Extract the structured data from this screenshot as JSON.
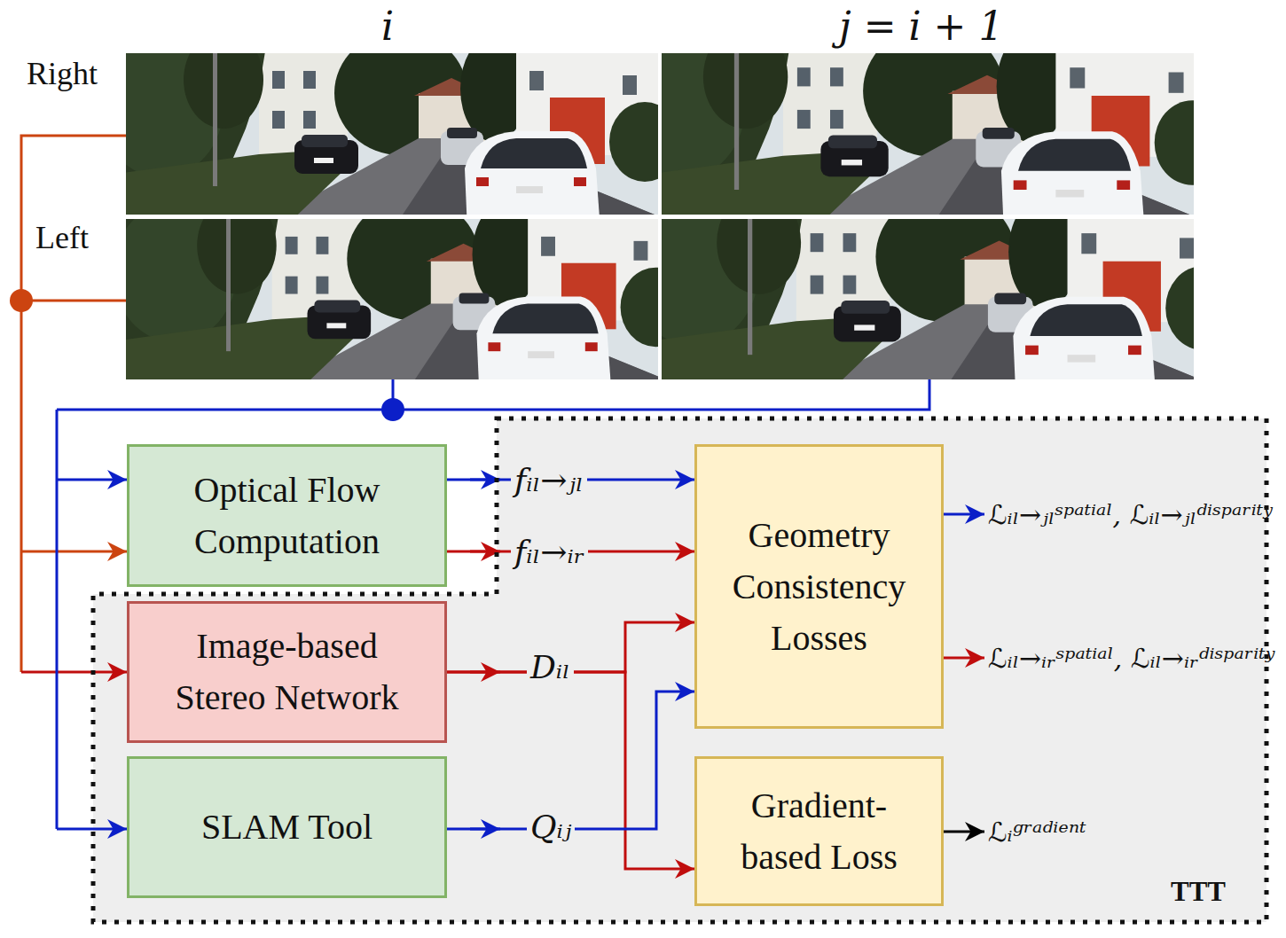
{
  "diagram": {
    "nodes": [
      {
        "text": [
          "Optical Flow Computation"
        ]
      },
      {
        "text": [
          "TTT"
        ]
      },
      {
        "text": [
          "Image-based Stereo Network"
        ],
        "in": 1
      },
      {
        "text": [
          "SLAM Tool"
        ],
        "in": 1
      },
      {
        "text": [
          "Geometry Consistency Losses"
        ],
        "in": 1
      },
      {
        "text": [
          "Gradient-based Loss"
        ],
        "in": 1
      }
    ],
    "edges": [
      {
        "from": 0,
        "to": 4,
        "arrow": "to",
        "label": "fᵢₗ→ⱼₗ"
      },
      {
        "from": 0,
        "to": 4,
        "arrow": "to",
        "label": "fᵢₗ→ᵢᵣ"
      },
      {
        "from": 2,
        "to": 4,
        "arrow": "to",
        "label": "Dᵢₗ"
      },
      {
        "from": 2,
        "to": 5,
        "arrow": "to"
      },
      {
        "from": 3,
        "to": 4,
        "arrow": "to",
        "label": "Qᵢⱼ"
      }
    ],
    "labels": [
      "i",
      "j = i + 1",
      "Right",
      "Left",
      "ℒᵢₗ→ⱼₗˢᵖᵃᵗⁱᵃˡ, ℒᵢₗ→ⱼₗᵈⁱˢᵖᵃʳⁱᵗʸ",
      "ℒᵢₗ→ᵢᵣˢᵖᵃᵗⁱᵃˡ, ℒᵢₗ→ᵢᵣᵈⁱˢᵖᵃʳⁱᵗʸ",
      "ℒᵢᵍʳᵃᵈⁱᵉⁿᵗ"
    ]
  }
}
